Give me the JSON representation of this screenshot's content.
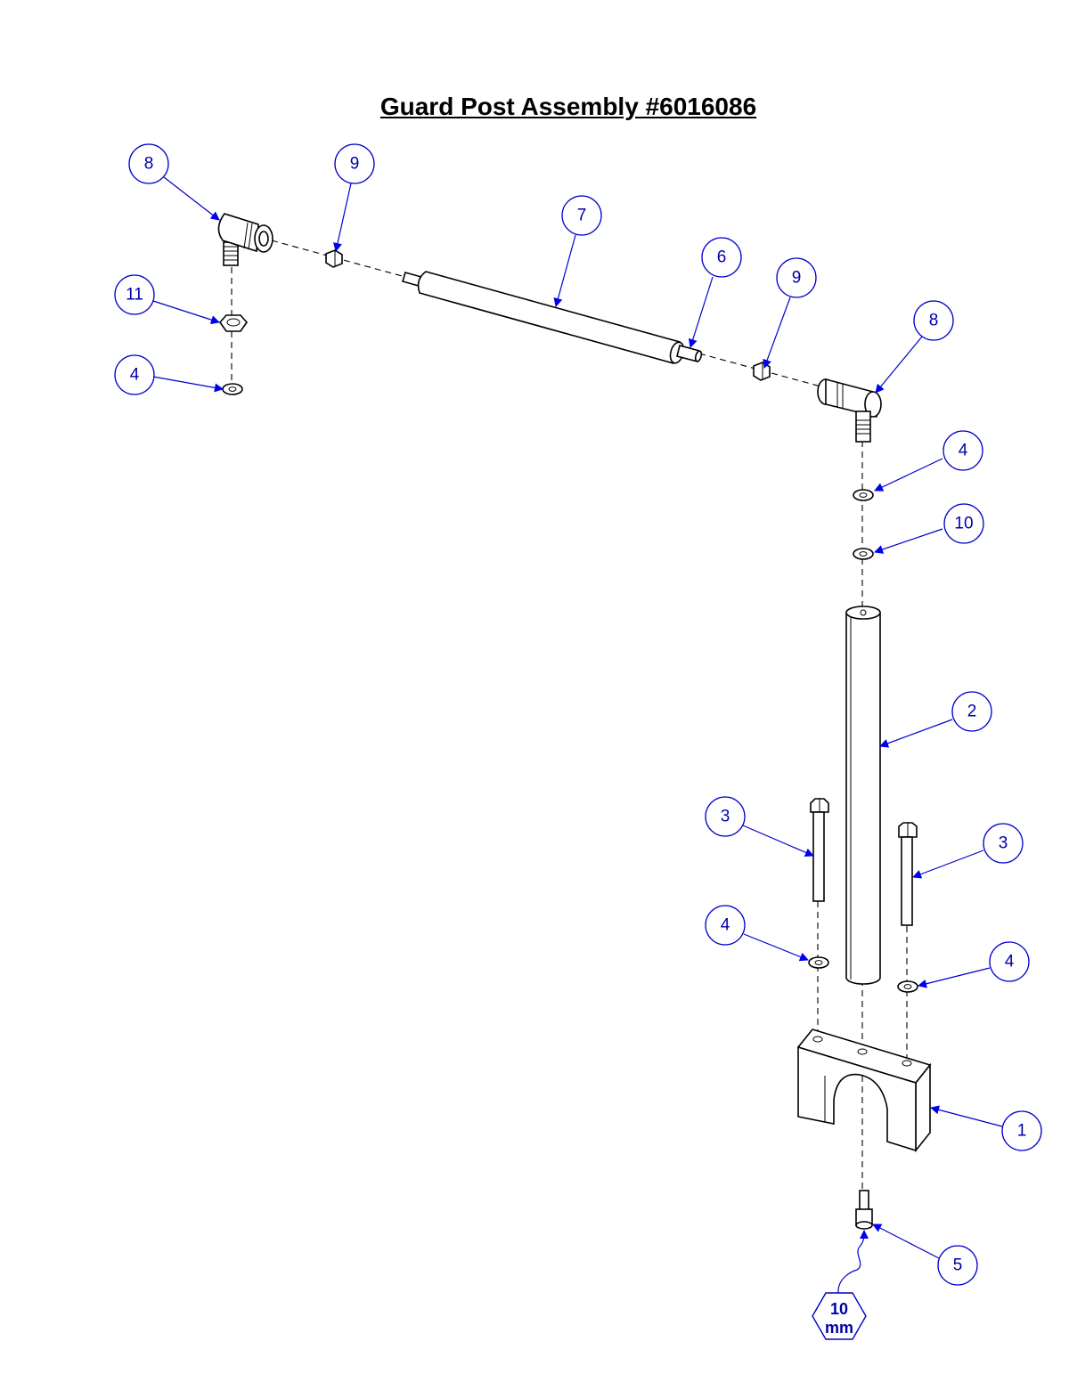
{
  "title": "Guard Post Assembly #6016086",
  "callouts": [
    "8",
    "9",
    "7",
    "6",
    "9",
    "8",
    "11",
    "4",
    "4",
    "10",
    "2",
    "3",
    "3",
    "4",
    "4",
    "1",
    "5"
  ],
  "tool_size": {
    "line1": "10",
    "line2": "mm"
  },
  "colors": {
    "callout": "#0000cc",
    "drawing": "#000000"
  }
}
